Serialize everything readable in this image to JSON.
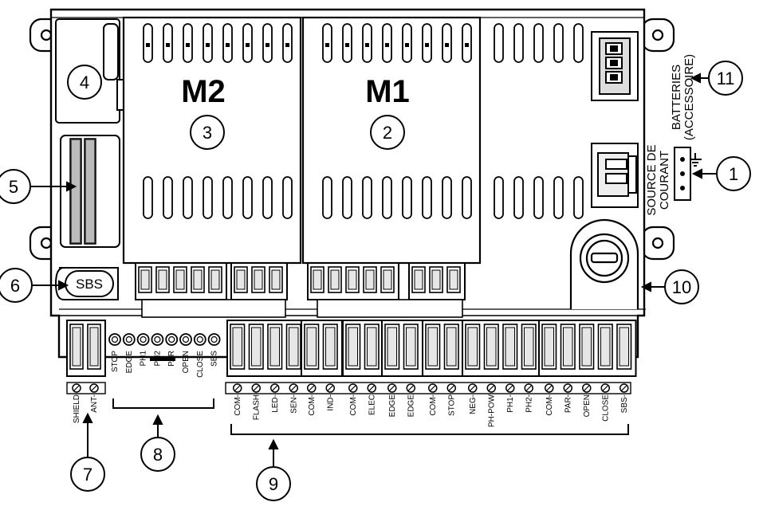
{
  "motors": {
    "m2": {
      "label": "M2",
      "callout": "3"
    },
    "m1": {
      "label": "M1",
      "callout": "2"
    }
  },
  "callouts": {
    "power": "1",
    "rf_module": "4",
    "connector5": "5",
    "sbs": "6",
    "antenna": "7",
    "leds": "8",
    "terminals": "9",
    "fuse": "10",
    "batteries": "11"
  },
  "sbs_button_label": "SBS",
  "batteries_label": [
    "BATTERIES",
    "(ACCESSOIRE)"
  ],
  "power_label": [
    "SOURCE DE",
    "COURANT"
  ],
  "antenna_terminals": [
    "SHIELD",
    "ANT-"
  ],
  "led_labels": [
    "STOP",
    "EDGE",
    "PH1",
    "PH2",
    "PAR",
    "OPEN",
    "CLOSE",
    "SBS"
  ],
  "terminal_labels": [
    "COM-",
    "FLASH",
    "LED-",
    "SEN-",
    "COM-",
    "IND-",
    "COM-",
    "ELEC",
    "EDGE",
    "EDGE",
    "COM-",
    "STOP",
    "NEG-",
    "PH-POW",
    "PH1-",
    "PH2-",
    "COM-",
    "PAR-",
    "OPEN",
    "CLOSE",
    "SBS-"
  ],
  "colors": {
    "stroke": "#000000",
    "fill": "#ffffff",
    "light": "#dcdcdc",
    "mid": "#9a9a9a"
  }
}
